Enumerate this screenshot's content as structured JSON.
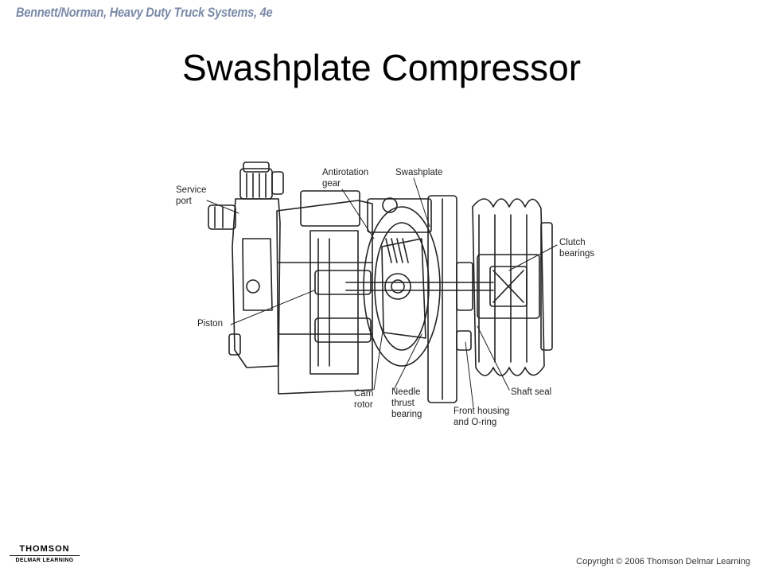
{
  "header": {
    "book_title": "Bennett/Norman, Heavy Duty Truck Systems, 4e"
  },
  "slide": {
    "title": "Swashplate Compressor"
  },
  "diagram": {
    "labels": {
      "service_port": "Service\nport",
      "antirotation_gear": "Antirotation\ngear",
      "swashplate": "Swashplate",
      "clutch_bearings": "Clutch\nbearings",
      "piston": "Piston",
      "shaft_seal": "Shaft seal",
      "cam_rotor": "Cam\nrotor",
      "needle_thrust_bearing": "Needle\nthrust\nbearing",
      "front_housing": "Front housing\nand O-ring"
    }
  },
  "footer": {
    "logo_top": "THOMSON",
    "logo_bottom": "DELMAR LEARNING",
    "copyright": "Copyright © 2006 Thomson Delmar Learning"
  }
}
